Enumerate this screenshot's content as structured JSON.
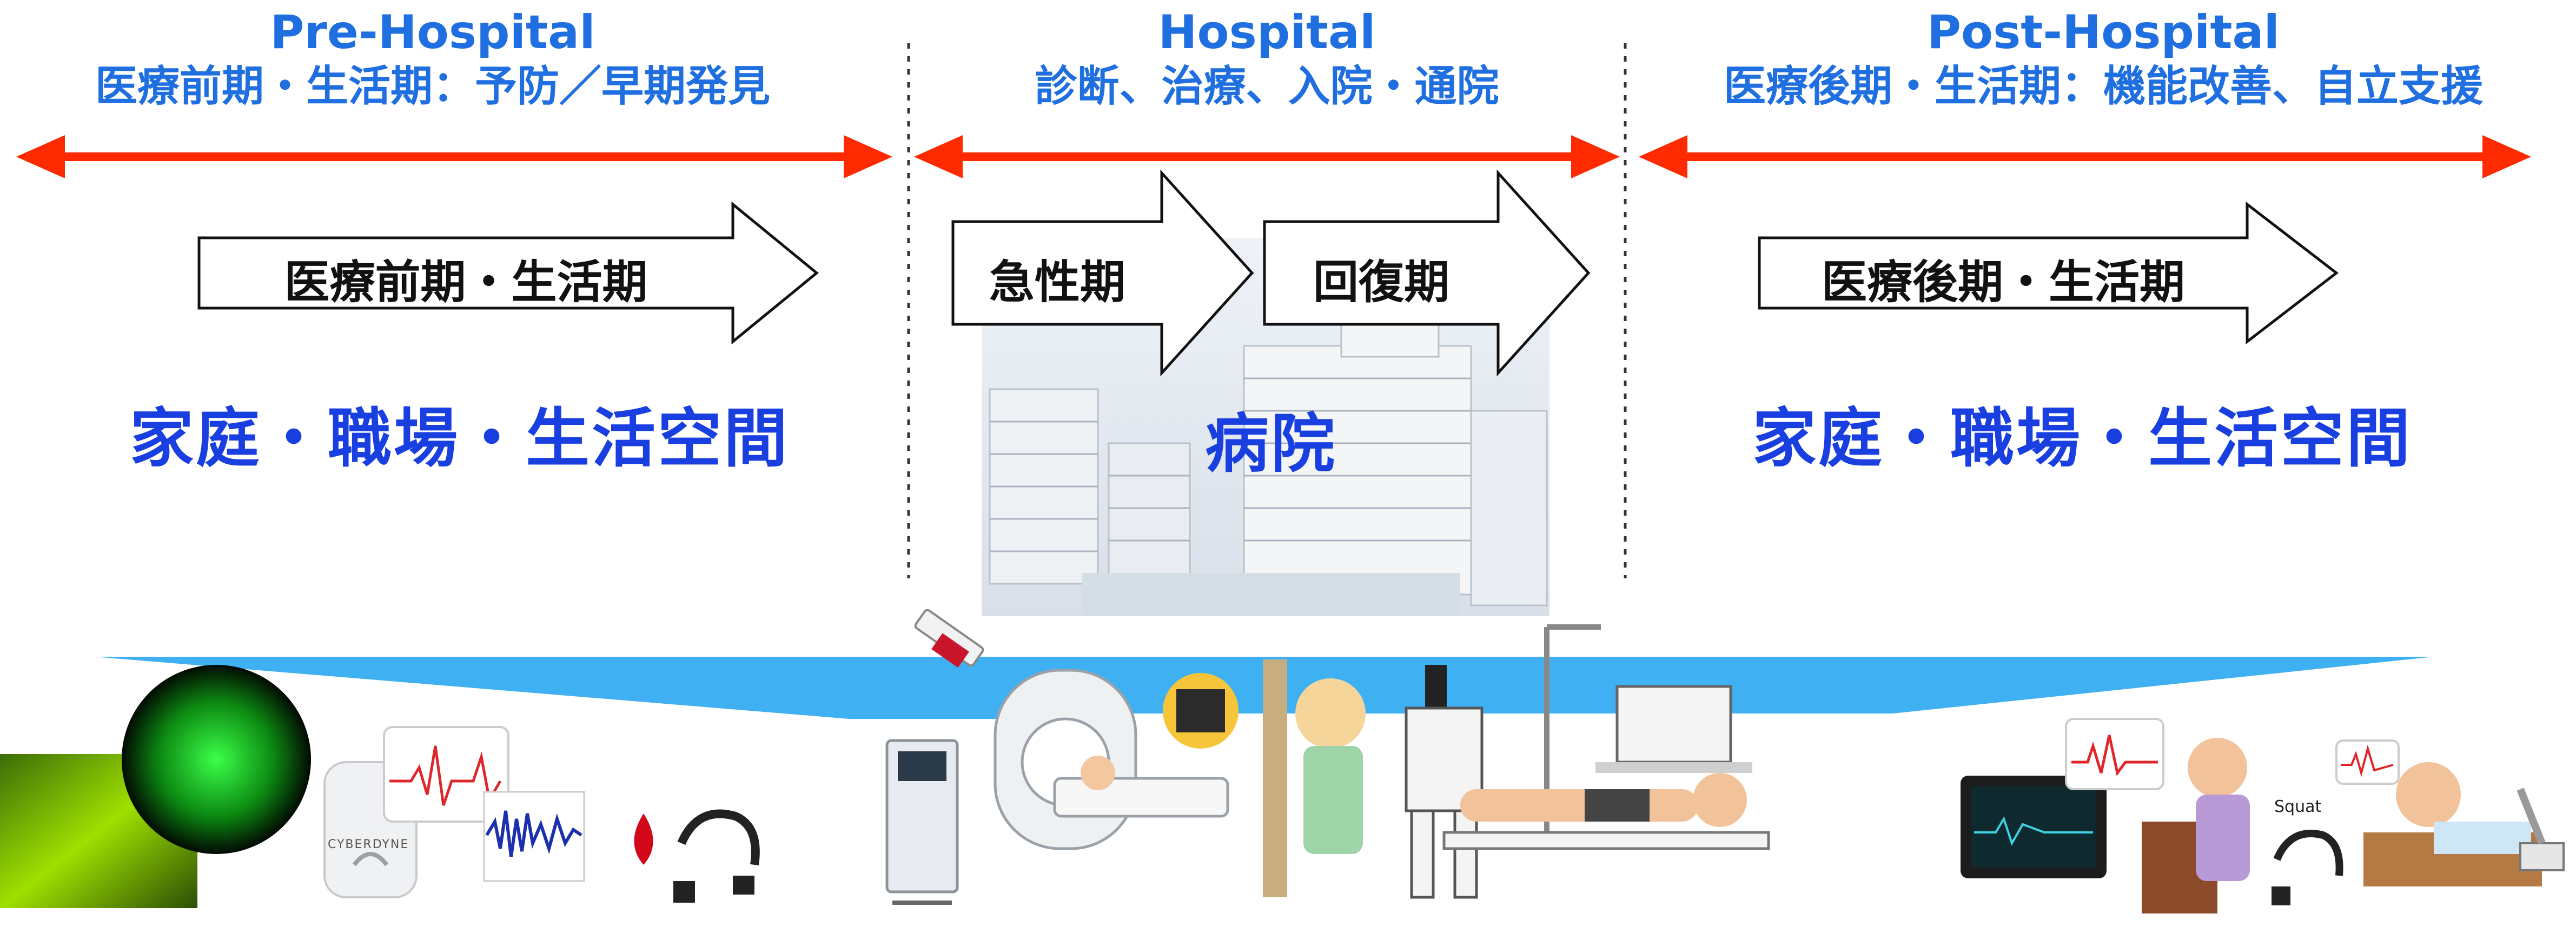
{
  "phases": [
    {
      "name": "Pre-Hospital",
      "subtitle": "医療前期・生活期：予防／早期発見"
    },
    {
      "name": "Hospital",
      "subtitle": "診断、治療、入院・通院"
    },
    {
      "name": "Post-Hospital",
      "subtitle": "医療後期・生活期：機能改善、自立支援"
    }
  ],
  "stages": {
    "pre": "医療前期・生活期",
    "acute": "急性期",
    "recovery": "回復期",
    "post": "医療後期・生活期"
  },
  "places": {
    "pre": "家庭・職場・生活空間",
    "hospital": "病院",
    "post": "家庭・職場・生活空間"
  },
  "device_labels": {
    "brand": "CYBERDYNE",
    "squat": "Squat"
  },
  "colors": {
    "phase_text": "#1f6fe0",
    "place_text": "#1a3fe0",
    "timeline_arrow": "#ff2a00",
    "funnel": "#3fb0f2"
  }
}
